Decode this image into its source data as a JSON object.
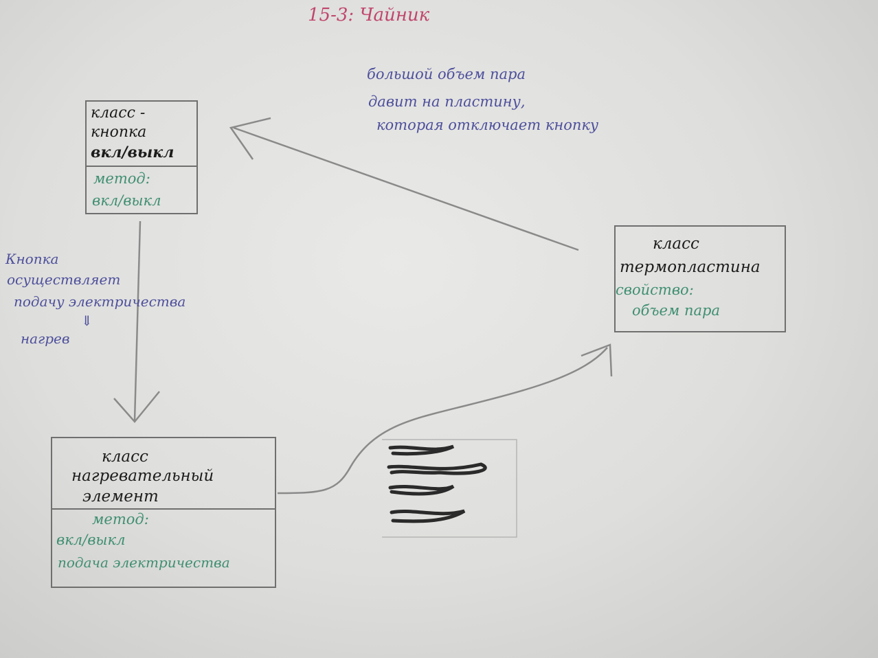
{
  "title": "15-3: Чайник",
  "button_class": {
    "name_line1": "класс -",
    "name_line2": "кнопка",
    "name_line3": "вкл/выкл",
    "method_label": "метод:",
    "method_value": "вкл/выкл"
  },
  "plate_class": {
    "name_line1": "класс",
    "name_line2": "термопластина",
    "property_label": "свойство:",
    "property_value": "объем пара"
  },
  "heater_class": {
    "name_line1": "класс",
    "name_line2": "нагревательный",
    "name_line3": "элемент",
    "method_label": "метод:",
    "method_value1": "вкл/выкл",
    "method_value2": "подача электричества"
  },
  "note_button_to_heater": {
    "line1": "Кнопка",
    "line2": "осуществляет",
    "line3": "подачу электричества",
    "arrow": "⇓",
    "line4": "нагрев"
  },
  "note_plate_to_button": {
    "line1": "большой объем пара",
    "line2": "давит на пластину,",
    "line3": "которая отключает кнопку"
  },
  "colors": {
    "ink_black": "#1c1c1c",
    "ink_green": "#3f8f72",
    "ink_blue": "#4d4f9c",
    "ink_pink": "#c0466c",
    "pencil": "#6f6f6f"
  }
}
